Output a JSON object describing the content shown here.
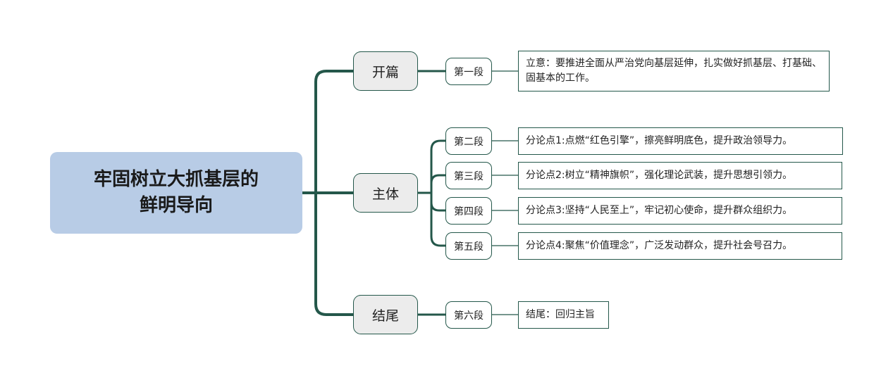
{
  "root": {
    "line1": "牢固树立大抓基层的",
    "line2": "鲜明导向"
  },
  "sections": [
    {
      "label": "开篇",
      "paragraphs": [
        {
          "label": "第一段",
          "text": "立意：要推进全面从严治党向基层延伸，扎实做好抓基层、打基础、固基本的工作。"
        }
      ]
    },
    {
      "label": "主体",
      "paragraphs": [
        {
          "label": "第二段",
          "text": "分论点1:点燃“红色引擎”，擦亮鲜明底色，提升政治领导力。"
        },
        {
          "label": "第三段",
          "text": "分论点2:树立“精神旗帜”，强化理论武装，提升思想引领力。"
        },
        {
          "label": "第四段",
          "text": "分论点3:坚持“人民至上”，牢记初心使命，提升群众组织力。"
        },
        {
          "label": "第五段",
          "text": "分论点4:聚焦“价值理念”，广泛发动群众，提升社会号召力。"
        }
      ]
    },
    {
      "label": "结尾",
      "paragraphs": [
        {
          "label": "第六段",
          "text": "结尾：回归主旨"
        }
      ]
    }
  ],
  "colors": {
    "connector": "#24574a",
    "root_fill": "#b8cce6",
    "section_fill": "#ececec",
    "border": "#24574a"
  }
}
